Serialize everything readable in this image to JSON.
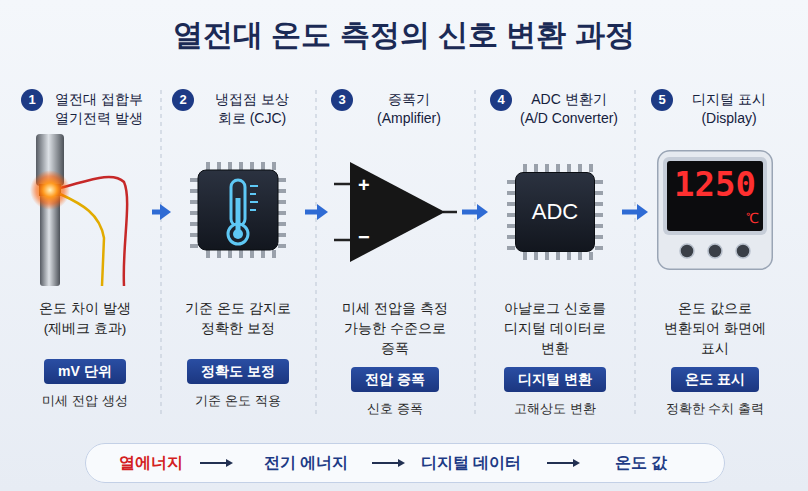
{
  "diagram": {
    "title": "열전대 온도 측정의 신호 변환 과정",
    "nodes": [
      {
        "text": [
          "열전대 접합부 열기전력 발생",
          "온도 차이 발생 (제베크 효과)",
          "미세 전압 생성"
        ]
      },
      {
        "text": [
          "1"
        ],
        "in": 0
      },
      {
        "text": [
          "mV 단위"
        ],
        "in": 0
      },
      {
        "text": [
          "냉접점 보상 회로 (CJC)",
          "기준 온도 감지로 정확한 보정",
          "기준 온도 적용"
        ]
      },
      {
        "text": [
          "2"
        ],
        "in": 3
      },
      {
        "text": [
          "정확도 보정"
        ],
        "in": 3
      },
      {
        "text": [
          "증폭기 (Amplifier)",
          "미세 전압을 측정 가능한 수준으로 증폭",
          "신호 증폭"
        ]
      },
      {
        "text": [
          "3"
        ],
        "in": 6
      },
      {
        "text": [
          "+",
          "−"
        ],
        "in": 6
      },
      {
        "text": [
          "전압 증폭"
        ],
        "in": 6
      },
      {
        "text": [
          "ADC 변환기 (A/D Converter)",
          "아날로그 신호를 디지털 데이터로 변환",
          "고해상도 변환"
        ]
      },
      {
        "text": [
          "4"
        ],
        "in": 10
      },
      {
        "text": [
          "ADC"
        ],
        "in": 10
      },
      {
        "text": [
          "디지털 변환"
        ],
        "in": 10
      },
      {
        "text": [
          "디지털 표시 (Display)",
          "온도 값으로 변환되어 화면에 표시",
          "정확한 수치 출력"
        ]
      },
      {
        "text": [
          "5"
        ],
        "in": 14
      },
      {
        "text": [
          "1250",
          "℃"
        ],
        "in": 14
      },
      {
        "text": [
          "온도 표시"
        ],
        "in": 14
      },
      {
        "text": [
          "열에너지",
          "전기 에너지",
          "디지털 데이터",
          "온도 값"
        ]
      }
    ],
    "edges": [
      {
        "from": 0,
        "to": 3,
        "arrow": "to"
      },
      {
        "from": 3,
        "to": 6,
        "arrow": "to"
      },
      {
        "from": 6,
        "to": 10,
        "arrow": "to"
      },
      {
        "from": 10,
        "to": 14,
        "arrow": "to"
      }
    ]
  }
}
